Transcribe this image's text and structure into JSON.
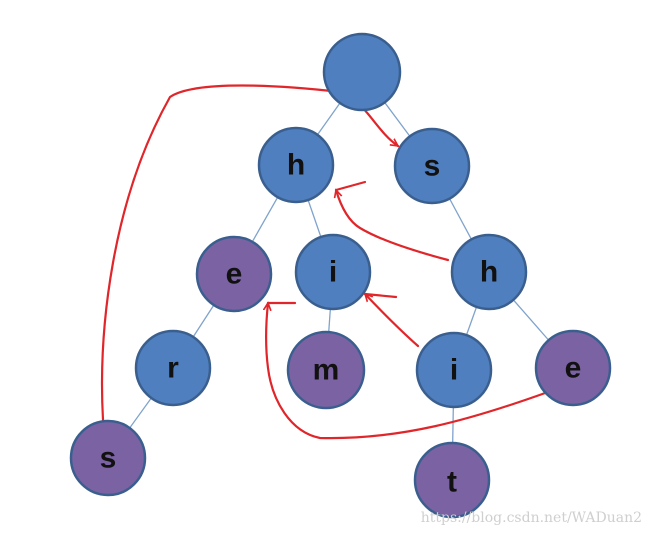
{
  "colors": {
    "blue_node": "#4F7FBE",
    "purple_node": "#7B62A3",
    "node_stroke": "#3A5F8F",
    "edge": "#7FA3CC",
    "red_link": "#E0262A"
  },
  "nodes": {
    "root": {
      "label": "",
      "color": "blue"
    },
    "h1": {
      "label": "h",
      "color": "blue"
    },
    "s1": {
      "label": "s",
      "color": "blue"
    },
    "e1": {
      "label": "e",
      "color": "purple"
    },
    "i1": {
      "label": "i",
      "color": "blue"
    },
    "h2": {
      "label": "h",
      "color": "blue"
    },
    "r1": {
      "label": "r",
      "color": "blue"
    },
    "m1": {
      "label": "m",
      "color": "purple"
    },
    "i2": {
      "label": "i",
      "color": "blue"
    },
    "e2": {
      "label": "e",
      "color": "purple"
    },
    "s2": {
      "label": "s",
      "color": "purple"
    },
    "t1": {
      "label": "t",
      "color": "purple"
    }
  },
  "tree_edges": [
    [
      "root",
      "h1"
    ],
    [
      "root",
      "s1"
    ],
    [
      "h1",
      "e1"
    ],
    [
      "h1",
      "i1"
    ],
    [
      "s1",
      "h2"
    ],
    [
      "e1",
      "r1"
    ],
    [
      "i1",
      "m1"
    ],
    [
      "h2",
      "i2"
    ],
    [
      "h2",
      "e2"
    ],
    [
      "r1",
      "s2"
    ],
    [
      "i2",
      "t1"
    ]
  ],
  "fail_links": [
    [
      "s2",
      "s1"
    ],
    [
      "h2",
      "h1"
    ],
    [
      "i2",
      "i1"
    ],
    [
      "e2",
      "e1"
    ]
  ],
  "watermark": "https://blog.csdn.net/WADuan2"
}
